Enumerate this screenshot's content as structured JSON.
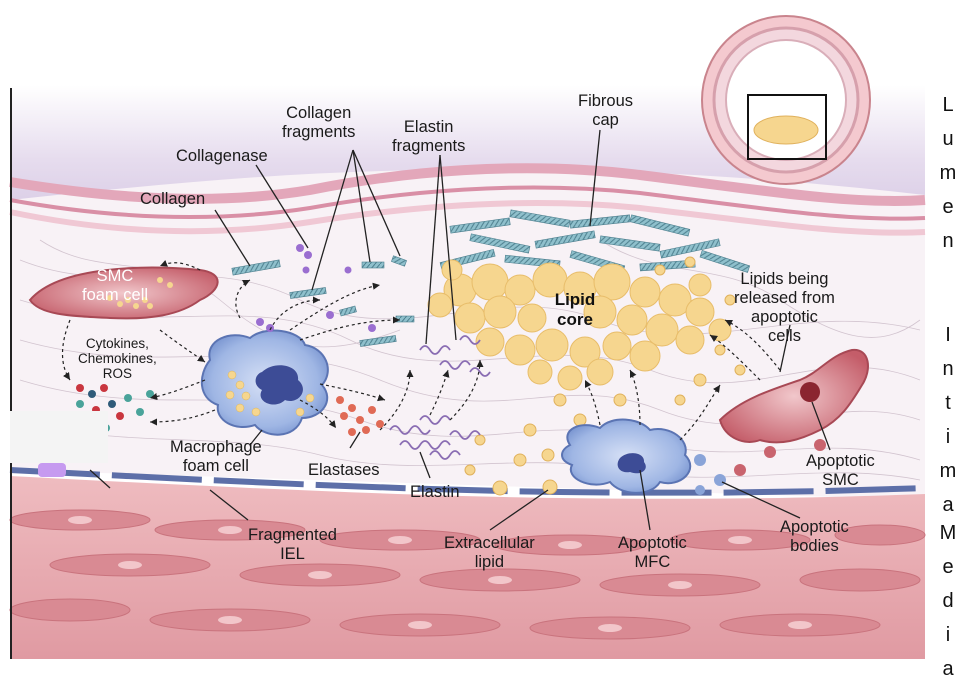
{
  "labels": {
    "collagen_fragments": "Collagen\nfragments",
    "collagenase": "Collagenase",
    "collagen": "Collagen",
    "elastin_fragments": "Elastin\nfragments",
    "fibrous_cap": "Fibrous\ncap",
    "smc_foam_cell": "SMC\nfoam cell",
    "cytokines": "Cytokines,\nChemokines,\nROS",
    "lipid_core": "Lipid\ncore",
    "lipids_released": "Lipids being\nreleased from\napoptotic\ncells",
    "macrophage_foam_cell": "Macrophage\nfoam cell",
    "elastases": "Elastases",
    "elastin": "Elastin",
    "apoptotic_smc": "Apoptotic\nSMC",
    "fragmented_iel": "Fragmented\nIEL",
    "extracellular_lipid": "Extracellular\nlipid",
    "apoptotic_mfc": "Apoptotic\nMFC",
    "apoptotic_bodies": "Apoptotic\nbodies"
  },
  "layers": {
    "lumen": "L\nu\nm\ne\nn",
    "intima": "I\nn\nt\ni\nm\na",
    "media": "M\ne\nd\ni\na"
  },
  "colors": {
    "lumen": "#d9cde6",
    "intima": "#f7f1f5",
    "endothelium": "#e7b3c3",
    "iel": "#5d6fa8",
    "media": "#e7a9ae",
    "media_cell": "#d9848d",
    "lipid": "#f6d68f",
    "collagen": "#7fb0bf",
    "macrophage": "#8aa4d8",
    "smc": "#c9646e"
  }
}
